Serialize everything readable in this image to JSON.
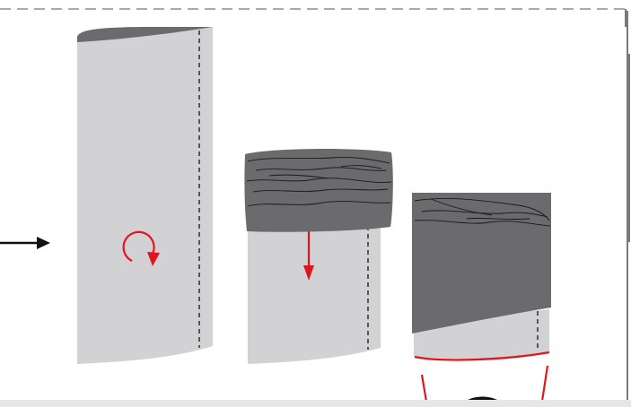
{
  "diagram": {
    "steps": [
      {
        "id": "step-1",
        "action": "rotate",
        "icon": "rotate-arrow-icon"
      },
      {
        "id": "step-2",
        "action": "roll-down",
        "icon": "down-arrow-icon"
      },
      {
        "id": "step-3",
        "action": "trim",
        "icon": "cut-lines"
      }
    ],
    "colors": {
      "tube_light": "#d2d2d4",
      "tube_dark": "#6b6b6d",
      "accent_red": "#e0151f",
      "outline": "#1a1a1a",
      "fold_line": "#222222"
    },
    "icons": {
      "entry_arrow": "right-arrow-icon",
      "rotate": "rotate-arrow-icon",
      "roll_down": "down-arrow-icon",
      "cut_tool": "scissors-icon"
    }
  }
}
